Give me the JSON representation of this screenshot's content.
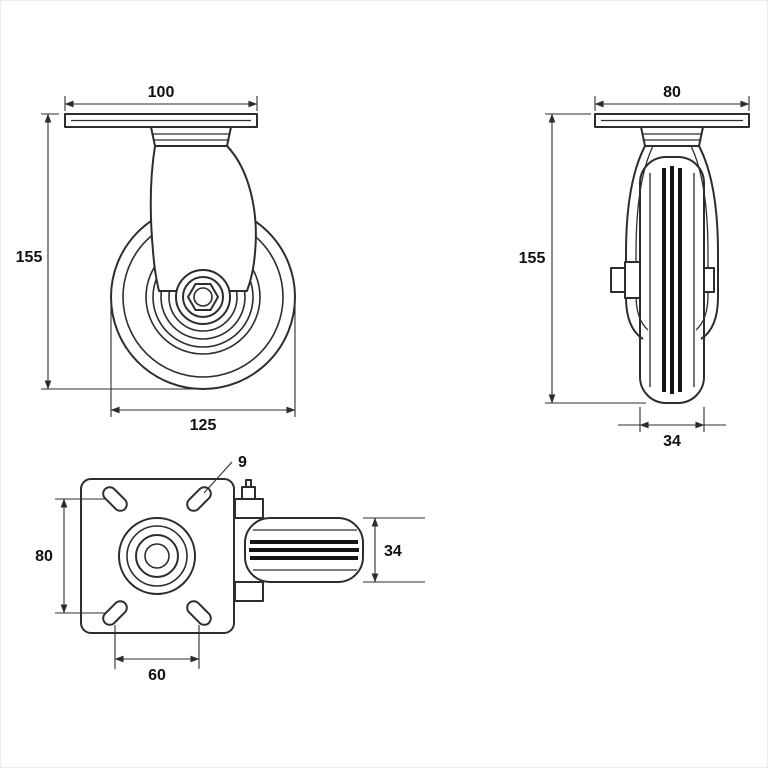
{
  "meta": {
    "type": "technical-drawing",
    "subject": "swivel-caster-three-view-dimension-drawing"
  },
  "colors": {
    "line": "#2d2d2d",
    "tread": "#151515",
    "background": "#ffffff"
  },
  "dimensions": {
    "front": {
      "plate_width": "100",
      "height": "155",
      "wheel_diameter": "125"
    },
    "side": {
      "plate_depth": "80",
      "height": "155",
      "wheel_width": "34"
    },
    "top": {
      "hole_spacing_vertical": "80",
      "hole_spacing_horizontal": "60",
      "hole_diameter": "9",
      "wheel_width": "34"
    }
  }
}
